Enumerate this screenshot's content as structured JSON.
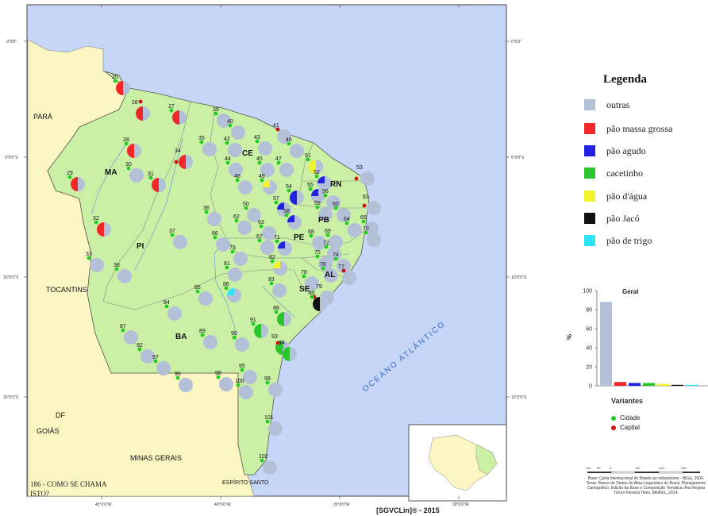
{
  "colors": {
    "ocean": "#c6d6f8",
    "region": "#c9f0a5",
    "neighbor": "#fbf6c2",
    "river": "#6b9ad8",
    "border": "#7c7c7c",
    "outras": "#b4c0d8",
    "massa": "#f22727",
    "agudo": "#2121e0",
    "cacetinho": "#2cc42c",
    "agua": "#f2f22c",
    "jaco": "#111111",
    "trigo": "#2ce4f4",
    "cidade": "#22cc22",
    "capital": "#cc1111"
  },
  "legend": {
    "title": "Legenda",
    "items": [
      {
        "label": "outras",
        "color": "#b4c0d8"
      },
      {
        "label": "pão massa grossa",
        "color": "#f22727"
      },
      {
        "label": "pão agudo",
        "color": "#2121e0"
      },
      {
        "label": "cacetinho",
        "color": "#2cc42c"
      },
      {
        "label": "pão d'água",
        "color": "#f2f22c"
      },
      {
        "label": "pão Jacó",
        "color": "#111111"
      },
      {
        "label": "pão de trigo",
        "color": "#2ce4f4"
      }
    ]
  },
  "state_labels": [
    {
      "text": "PARÁ",
      "bold": false
    },
    {
      "text": "MA",
      "bold": true
    },
    {
      "text": "PI",
      "bold": true
    },
    {
      "text": "CE",
      "bold": true
    },
    {
      "text": "RN",
      "bold": true
    },
    {
      "text": "PB",
      "bold": true
    },
    {
      "text": "PE",
      "bold": true
    },
    {
      "text": "AL",
      "bold": true
    },
    {
      "text": "SE",
      "bold": true
    },
    {
      "text": "BA",
      "bold": true
    },
    {
      "text": "TOCANTINS",
      "bold": false
    },
    {
      "text": "GOIÁS",
      "bold": false
    },
    {
      "text": "DF",
      "bold": false
    },
    {
      "text": "MINAS GERAIS",
      "bold": false
    },
    {
      "text": "ESPÍRITO SANTO",
      "bold": false
    }
  ],
  "ocean_label": "OCEANO ATLÂNTICO",
  "grid_labels": {
    "top": [
      "",
      "",
      "",
      ""
    ],
    "left": [
      "0°0'0\"",
      "5°0'0\"S",
      "10°0'0\"S",
      "15°0'0\"S"
    ],
    "right": [
      "0°0'0\"",
      "5°0'0\"S",
      "10°0'0\"S",
      "15°0'0\"S"
    ],
    "bottom": [
      "45°0'0\"W",
      "40°0'0\"W",
      "35°0'0\"W",
      "30°0'0\"W"
    ]
  },
  "map_points": [
    {
      "id": 25,
      "type": "pie",
      "capital": false,
      "slices": {
        "outras": 0.5,
        "massa": 0.5
      }
    },
    {
      "id": 26,
      "type": "pie",
      "capital": true,
      "slices": {
        "outras": 0.5,
        "massa": 0.5
      }
    },
    {
      "id": 27,
      "type": "pie",
      "capital": false,
      "slices": {
        "outras": 0.5,
        "massa": 0.5
      }
    },
    {
      "id": 28,
      "type": "pie",
      "capital": false,
      "slices": {
        "outras": 0.5,
        "massa": 0.5
      }
    },
    {
      "id": 29,
      "type": "pie",
      "capital": false,
      "slices": {
        "outras": 0.5,
        "massa": 0.5
      }
    },
    {
      "id": 30,
      "type": "solid",
      "capital": false
    },
    {
      "id": 31,
      "type": "pie",
      "capital": false,
      "slices": {
        "outras": 0.5,
        "massa": 0.5
      }
    },
    {
      "id": 32,
      "type": "pie",
      "capital": false,
      "slices": {
        "outras": 0.5,
        "massa": 0.5
      }
    },
    {
      "id": 33,
      "type": "solid",
      "capital": false
    },
    {
      "id": 34,
      "type": "pie",
      "capital": true,
      "slices": {
        "outras": 0.5,
        "massa": 0.5
      }
    },
    {
      "id": 35,
      "type": "solid",
      "capital": false
    },
    {
      "id": 36,
      "type": "solid",
      "capital": false
    },
    {
      "id": 37,
      "type": "solid",
      "capital": false
    },
    {
      "id": 38,
      "type": "solid",
      "capital": false
    },
    {
      "id": 39,
      "type": "solid",
      "capital": false
    },
    {
      "id": 40,
      "type": "solid",
      "capital": false
    },
    {
      "id": 41,
      "type": "solid",
      "capital": true
    },
    {
      "id": 42,
      "type": "solid",
      "capital": false
    },
    {
      "id": 43,
      "type": "solid",
      "capital": false
    },
    {
      "id": 44,
      "type": "solid",
      "capital": false
    },
    {
      "id": 45,
      "type": "solid",
      "capital": false
    },
    {
      "id": 46,
      "type": "solid",
      "capital": false
    },
    {
      "id": 47,
      "type": "solid",
      "capital": false
    },
    {
      "id": 48,
      "type": "solid",
      "capital": false
    },
    {
      "id": 49,
      "type": "pie",
      "capital": false,
      "slices": {
        "outras": 0.75,
        "agua": 0.25
      }
    },
    {
      "id": 50,
      "type": "solid",
      "capital": false
    },
    {
      "id": 51,
      "type": "pie",
      "capital": false,
      "slices": {
        "outras": 0.5,
        "agua": 0.5
      }
    },
    {
      "id": 52,
      "type": "pie",
      "capital": false,
      "slices": {
        "outras": 0.75,
        "agudo": 0.25
      }
    },
    {
      "id": 53,
      "type": "solid",
      "capital": true
    },
    {
      "id": 54,
      "type": "pie",
      "capital": false,
      "slices": {
        "outras": 0.5,
        "agudo": 0.5
      }
    },
    {
      "id": 55,
      "type": "pie",
      "capital": false,
      "slices": {
        "outras": 0.75,
        "agudo": 0.25
      }
    },
    {
      "id": 56,
      "type": "solid",
      "capital": false
    },
    {
      "id": 57,
      "type": "pie",
      "capital": false,
      "slices": {
        "outras": 0.75,
        "agudo": 0.25
      }
    },
    {
      "id": 58,
      "type": "pie",
      "capital": false,
      "slices": {
        "outras": 0.75,
        "agudo": 0.25
      }
    },
    {
      "id": 59,
      "type": "solid",
      "capital": false
    },
    {
      "id": 60,
      "type": "solid",
      "capital": false
    },
    {
      "id": 61,
      "type": "solid",
      "capital": true
    },
    {
      "id": 62,
      "type": "solid",
      "capital": false
    },
    {
      "id": 63,
      "type": "solid",
      "capital": false
    },
    {
      "id": 64,
      "type": "solid",
      "capital": false
    },
    {
      "id": 65,
      "type": "solid",
      "capital": false
    },
    {
      "id": 66,
      "type": "solid",
      "capital": false
    },
    {
      "id": 67,
      "type": "solid",
      "capital": false
    },
    {
      "id": 68,
      "type": "solid",
      "capital": false
    },
    {
      "id": 69,
      "type": "solid",
      "capital": false
    },
    {
      "id": 70,
      "type": "solid",
      "capital": false
    },
    {
      "id": 71,
      "type": "pie",
      "capital": false,
      "slices": {
        "outras": 0.75,
        "agudo": 0.25
      }
    },
    {
      "id": 72,
      "type": "solid",
      "capital": false
    },
    {
      "id": 73,
      "type": "solid",
      "capital": false
    },
    {
      "id": 74,
      "type": "solid",
      "capital": false
    },
    {
      "id": 75,
      "type": "solid",
      "capital": false
    },
    {
      "id": 76,
      "type": "solid",
      "capital": false
    },
    {
      "id": 77,
      "type": "solid",
      "capital": true
    },
    {
      "id": 78,
      "type": "solid",
      "capital": false
    },
    {
      "id": 79,
      "type": "solid",
      "capital": true
    },
    {
      "id": 80,
      "type": "pie",
      "capital": false,
      "slices": {
        "outras": 0.5,
        "jaco": 0.5
      }
    },
    {
      "id": 81,
      "type": "solid",
      "capital": false
    },
    {
      "id": 82,
      "type": "pie",
      "capital": false,
      "slices": {
        "outras": 0.75,
        "agua": 0.25
      }
    },
    {
      "id": 83,
      "type": "solid",
      "capital": false
    },
    {
      "id": 84,
      "type": "solid",
      "capital": false
    },
    {
      "id": 85,
      "type": "solid",
      "capital": false
    },
    {
      "id": 86,
      "type": "pie",
      "capital": false,
      "slices": {
        "outras": 0.75,
        "trigo": 0.25
      }
    },
    {
      "id": 87,
      "type": "solid",
      "capital": false
    },
    {
      "id": 88,
      "type": "pie",
      "capital": false,
      "slices": {
        "outras": 0.5,
        "cacetinho": 0.5
      }
    },
    {
      "id": 89,
      "type": "solid",
      "capital": false
    },
    {
      "id": 90,
      "type": "solid",
      "capital": false
    },
    {
      "id": 91,
      "type": "pie",
      "capital": false,
      "slices": {
        "outras": 0.5,
        "cacetinho": 0.5
      }
    },
    {
      "id": 92,
      "type": "solid",
      "capital": false
    },
    {
      "id": 93,
      "type": "pie",
      "capital": true,
      "slices": {
        "outras": 0.5,
        "cacetinho": 0.5
      }
    },
    {
      "id": 94,
      "type": "pie",
      "capital": false,
      "slices": {
        "outras": 0.5,
        "cacetinho": 0.5
      }
    },
    {
      "id": 95,
      "type": "solid",
      "capital": false
    },
    {
      "id": 96,
      "type": "solid",
      "capital": false
    },
    {
      "id": 97,
      "type": "solid",
      "capital": false
    },
    {
      "id": 98,
      "type": "solid",
      "capital": false
    },
    {
      "id": 99,
      "type": "solid",
      "capital": false
    },
    {
      "id": 100,
      "type": "solid",
      "capital": false
    },
    {
      "id": 101,
      "type": "solid",
      "capital": false
    },
    {
      "id": 102,
      "type": "solid",
      "capital": false
    }
  ],
  "chart_data": {
    "type": "bar",
    "title": "Geral",
    "xlabel": "Variantes",
    "ylabel": "%",
    "ylim": [
      0,
      100
    ],
    "yticks": [
      "0",
      "20",
      "40",
      "60",
      "80",
      "100"
    ],
    "categories": [
      "outras",
      "pão massa grossa",
      "pão agudo",
      "cacetinho",
      "pão d'água",
      "pão Jacó",
      "pão de trigo"
    ],
    "values": [
      88,
      4,
      3,
      3,
      2,
      1,
      1
    ],
    "colors": [
      "#b4c0d8",
      "#f22727",
      "#2121e0",
      "#2cc42c",
      "#f2f22c",
      "#111111",
      "#2ce4f4"
    ]
  },
  "markers": [
    {
      "label": "Cidade",
      "color": "#22cc22"
    },
    {
      "label": "Capital",
      "color": "#cc1111"
    }
  ],
  "scale_ticks": [
    "110",
    "55",
    "0",
    "110",
    "220",
    "330"
  ],
  "source": "Base: Carta Internacional do Mundo ao milionésimo - IBGE, 2000. Tema: Banco de Dados do Atlas Linguístico do Brasil. Planejamento Cartográfico, Edição da Base e Composição Temática: Ana Regina Torres Ferreira Teles. BRASIL, 2014.",
  "sheet": {
    "line1": "186 - COMO SE CHAMA",
    "line2": "ISTO?"
  },
  "footer": "[SGVCLin]® - 2015"
}
